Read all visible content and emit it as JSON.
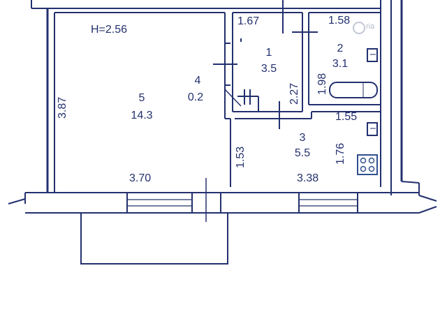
{
  "plan": {
    "ceiling_height": "H=2.56",
    "rooms": [
      {
        "number": "1",
        "area": "3.5"
      },
      {
        "number": "2",
        "area": "3.1"
      },
      {
        "number": "3",
        "area": "5.5"
      },
      {
        "number": "4",
        "area": "0.2"
      },
      {
        "number": "5",
        "area": "14.3"
      }
    ],
    "dimensions": {
      "room5_height": "3.87",
      "room1_width": "1.67",
      "room2_width": "1.58",
      "room2_height": "1.98",
      "room1_height": "2.27",
      "room3_width": "1.55",
      "room3_height": "1.76",
      "corridor_height": "1.53",
      "bottom_left_width": "3.70",
      "bottom_right_width": "3.38"
    },
    "watermark": "ria"
  },
  "colors": {
    "ink": "#23306e",
    "paper": "#ffffff",
    "stove": "#2f4f8f"
  }
}
